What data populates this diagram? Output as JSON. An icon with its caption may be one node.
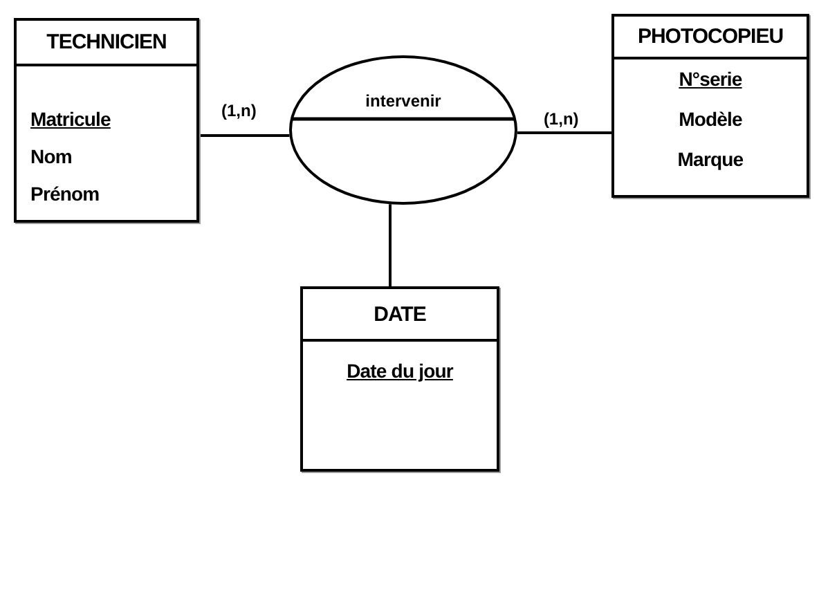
{
  "diagram": {
    "nodes": [
      {
        "text": [
          "TECHNICIEN",
          "Matricule",
          "Nom",
          "Prénom"
        ]
      },
      {
        "text": [
          "intervenir"
        ]
      },
      {
        "text": [
          "PHOTOCOPIEU",
          "N°serie",
          "Modèle",
          "Marque"
        ]
      },
      {
        "text": [
          "DATE",
          "Date du jour"
        ]
      }
    ],
    "edges": [
      {
        "from": 0,
        "to": 1,
        "arrow": "none",
        "label": "(1,n)"
      },
      {
        "from": 1,
        "to": 2,
        "arrow": "none",
        "label": "(1,n)"
      },
      {
        "from": 1,
        "to": 3,
        "arrow": "none"
      }
    ]
  }
}
